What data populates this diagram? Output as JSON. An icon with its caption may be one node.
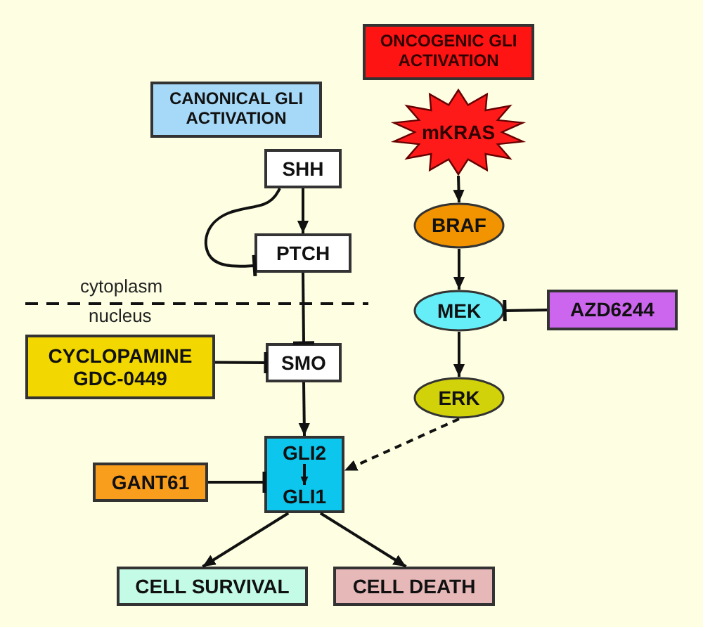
{
  "diagram": {
    "nodes": [
      {
        "text": [
          "ONCOGENIC GLI ACTIVATION"
        ]
      },
      {
        "text": [
          "CANONICAL GLI ACTIVATION"
        ]
      },
      {
        "text": [
          "mKRAS"
        ]
      },
      {
        "text": [
          "SHH"
        ]
      },
      {
        "text": [
          "PTCH"
        ]
      },
      {
        "text": [
          "BRAF"
        ]
      },
      {
        "text": [
          "MEK"
        ]
      },
      {
        "text": [
          "AZD6244"
        ]
      },
      {
        "text": [
          "CYCLOPAMINE",
          "GDC-0449"
        ]
      },
      {
        "text": [
          "SMO"
        ]
      },
      {
        "text": [
          "ERK"
        ]
      },
      {
        "text": [],
        "shape": "box"
      },
      {
        "text": [
          "GLI2"
        ],
        "in": 11
      },
      {
        "text": [
          "GLI1"
        ],
        "in": 11
      },
      {
        "text": [
          "GANT61"
        ]
      },
      {
        "text": [
          "CELL SURVIVAL"
        ]
      },
      {
        "text": [
          "CELL DEATH"
        ]
      }
    ],
    "edges": [
      {
        "from": 2,
        "to": 5,
        "arrow": "to"
      },
      {
        "from": 3,
        "to": 4,
        "arrow": "to"
      },
      {
        "from": 3,
        "to": 4,
        "arrow": "other"
      },
      {
        "from": 4,
        "to": 9,
        "arrow": "other"
      },
      {
        "from": 5,
        "to": 6,
        "arrow": "to"
      },
      {
        "from": 7,
        "to": 6,
        "arrow": "other"
      },
      {
        "from": 8,
        "to": 9,
        "arrow": "other"
      },
      {
        "from": 6,
        "to": 10,
        "arrow": "to"
      },
      {
        "from": 9,
        "to": 11,
        "arrow": "to"
      },
      {
        "from": 10,
        "to": 11,
        "arrow": "to",
        "style": "dashed"
      },
      {
        "from": 12,
        "to": 13,
        "arrow": "to"
      },
      {
        "from": 14,
        "to": 11,
        "arrow": "other"
      },
      {
        "from": 11,
        "to": 15,
        "arrow": "to"
      },
      {
        "from": 11,
        "to": 16,
        "arrow": "to"
      }
    ],
    "labels": [
      "cytoplasm",
      "nucleus"
    ]
  }
}
